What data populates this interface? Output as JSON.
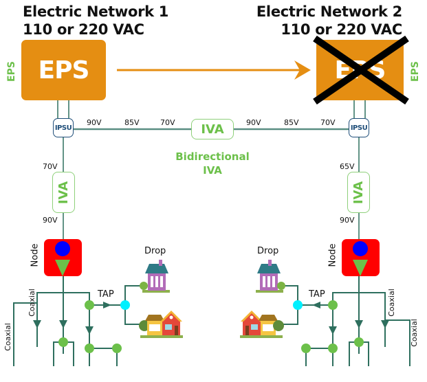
{
  "colors": {
    "eps_orange": "#E58E12",
    "line_teal": "#2E6F5E",
    "iva_green": "#6CC04A",
    "ipsu_blue": "#1F4E79",
    "node_red": "#FF0000",
    "node_dot_blue": "#0000FF",
    "tap_cyan": "#00F0FF",
    "failure_x": "#000000"
  },
  "network1": {
    "title_line1": "Electric Network 1",
    "title_line2": "110 or 220 VAC",
    "eps_box_label": "EPS",
    "eps_side_label": "EPS",
    "ipsu_label": "IPSU",
    "status": "active"
  },
  "network2": {
    "title_line1": "Electric Network 2",
    "title_line2": "110 or 220 VAC",
    "eps_box_label": "EPS",
    "eps_side_label": "EPS",
    "ipsu_label": "IPSU",
    "status": "failed (crossed out)"
  },
  "trunk": {
    "voltages_left": [
      "90V",
      "85V",
      "70V"
    ],
    "voltages_right": [
      "90V",
      "85V",
      "70V"
    ],
    "center_amp_label": "IVA",
    "bidirectional_label_line1": "Bidirectional",
    "bidirectional_label_line2": "IVA"
  },
  "left_branch": {
    "voltage_in": "70V",
    "amp_label": "IVA",
    "voltage_out": "90V",
    "node_label": "Node",
    "tap_label": "TAP",
    "drop_label": "Drop",
    "coaxial_labels": [
      "Coaxial",
      "Coaxial"
    ]
  },
  "right_branch": {
    "voltage_in": "65V",
    "amp_label": "IVA",
    "voltage_out": "90V",
    "node_label": "Node",
    "tap_label": "TAP",
    "drop_label": "Drop",
    "coaxial_labels": [
      "Coaxial",
      "Coaxial"
    ]
  },
  "icons": {
    "house_single": "house-icon",
    "house_pair": "houses-icon",
    "power_flow_arrow": "arrow-right-icon",
    "failure_mark": "x-cross-icon"
  }
}
